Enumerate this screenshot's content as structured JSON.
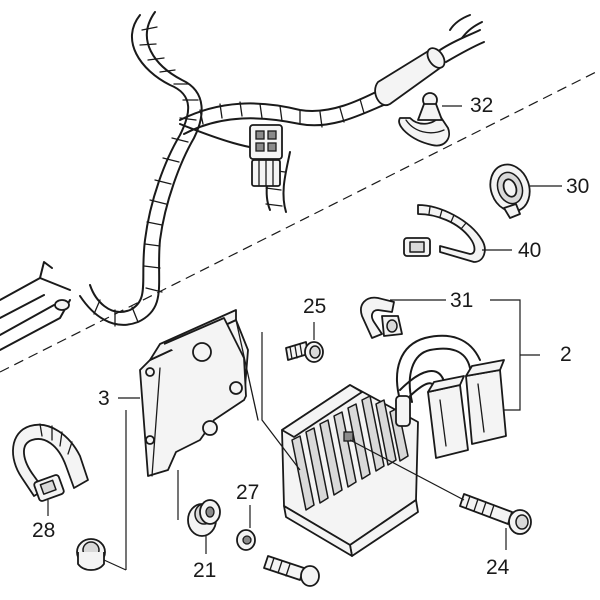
{
  "callouts": {
    "c2": "2",
    "c3": "3",
    "c21": "21",
    "c24": "24",
    "c25": "25",
    "c27": "27",
    "c28": "28",
    "c30": "30",
    "c31": "31",
    "c32": "32",
    "c40": "40"
  }
}
